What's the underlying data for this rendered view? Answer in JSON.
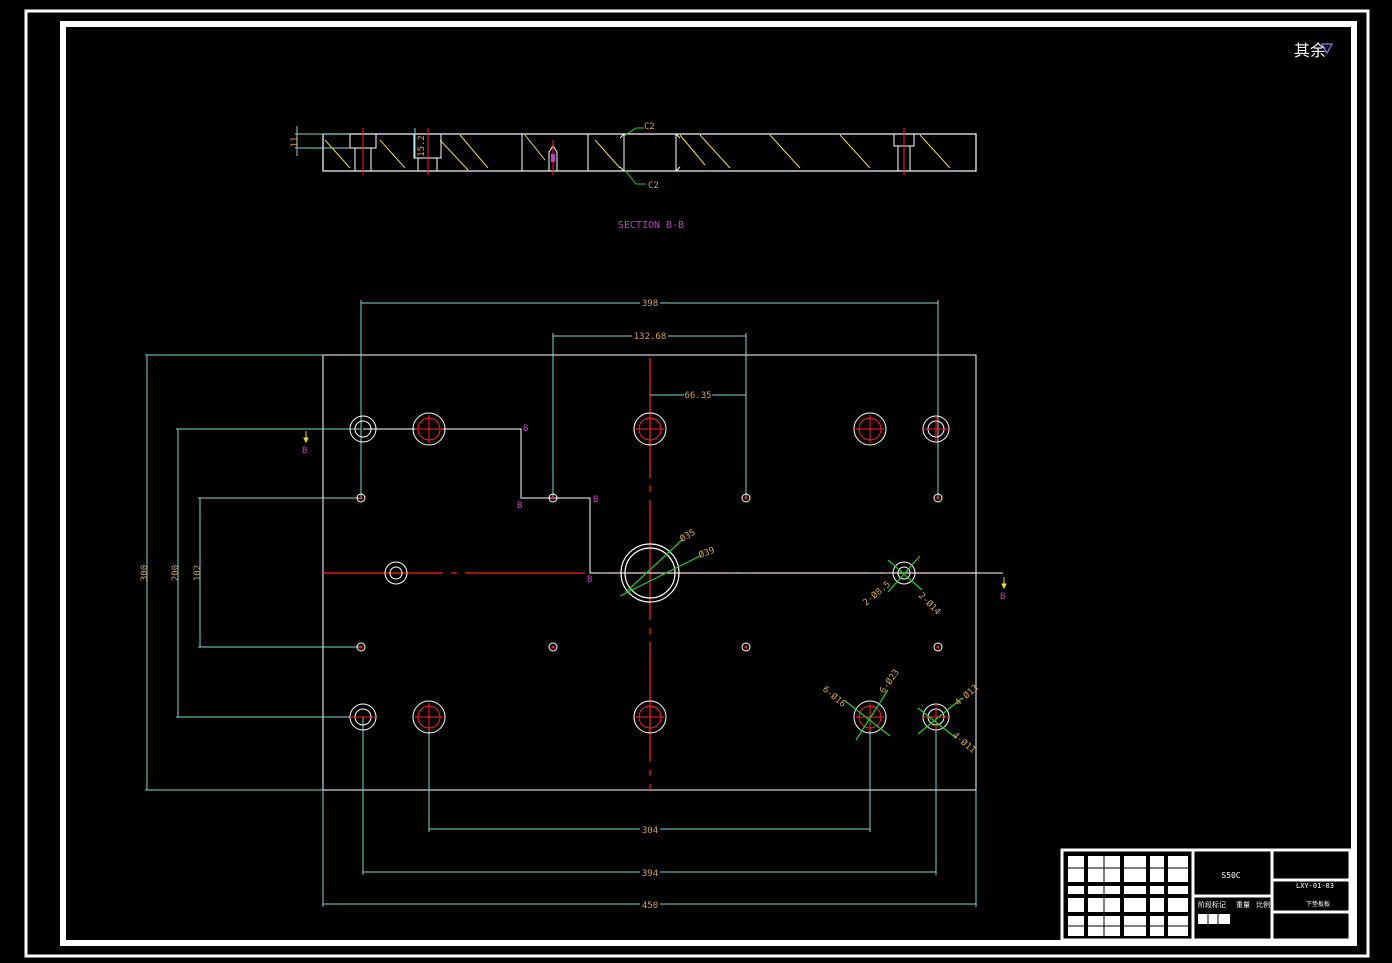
{
  "corner_note": "其余",
  "section_label": "SECTION B-B",
  "section_dims": {
    "d_left": "11",
    "d_mid": "15.2",
    "chamfer_top": "C2",
    "chamfer_bottom": "C2"
  },
  "top_dims": {
    "d398": "398",
    "d132": "132.68",
    "d66": "66.35"
  },
  "left_dims": {
    "d300": "300",
    "d200": "200",
    "d102": "102"
  },
  "bottom_dims": {
    "d304": "304",
    "d394": "394",
    "d450": "450"
  },
  "hole_labels": {
    "phi35": "Ø35",
    "phi39": "Ø39",
    "phi8_5": "2-Ø8.5",
    "phi14": "2-Ø14",
    "phi16": "6-Ø16",
    "phi23": "6-Ø23",
    "phi13": "4-Ø13",
    "phi11": "4-Ø11"
  },
  "section_marker": "B",
  "title_block": {
    "material": "S50C",
    "drawing_no": "LXY-01-03",
    "part_name": "下垫板板",
    "label_a": "阶段标记",
    "label_b": "重量",
    "label_c": "比例"
  },
  "colors": {
    "background": "#000000",
    "frame": "#ffffff",
    "cyan_dim": "#7fd6d6",
    "dim_text": "#d4a347",
    "centerline": "#ff2020",
    "hatch": "#e8e020",
    "magenta": "#c43cc4",
    "green": "#20d020"
  }
}
